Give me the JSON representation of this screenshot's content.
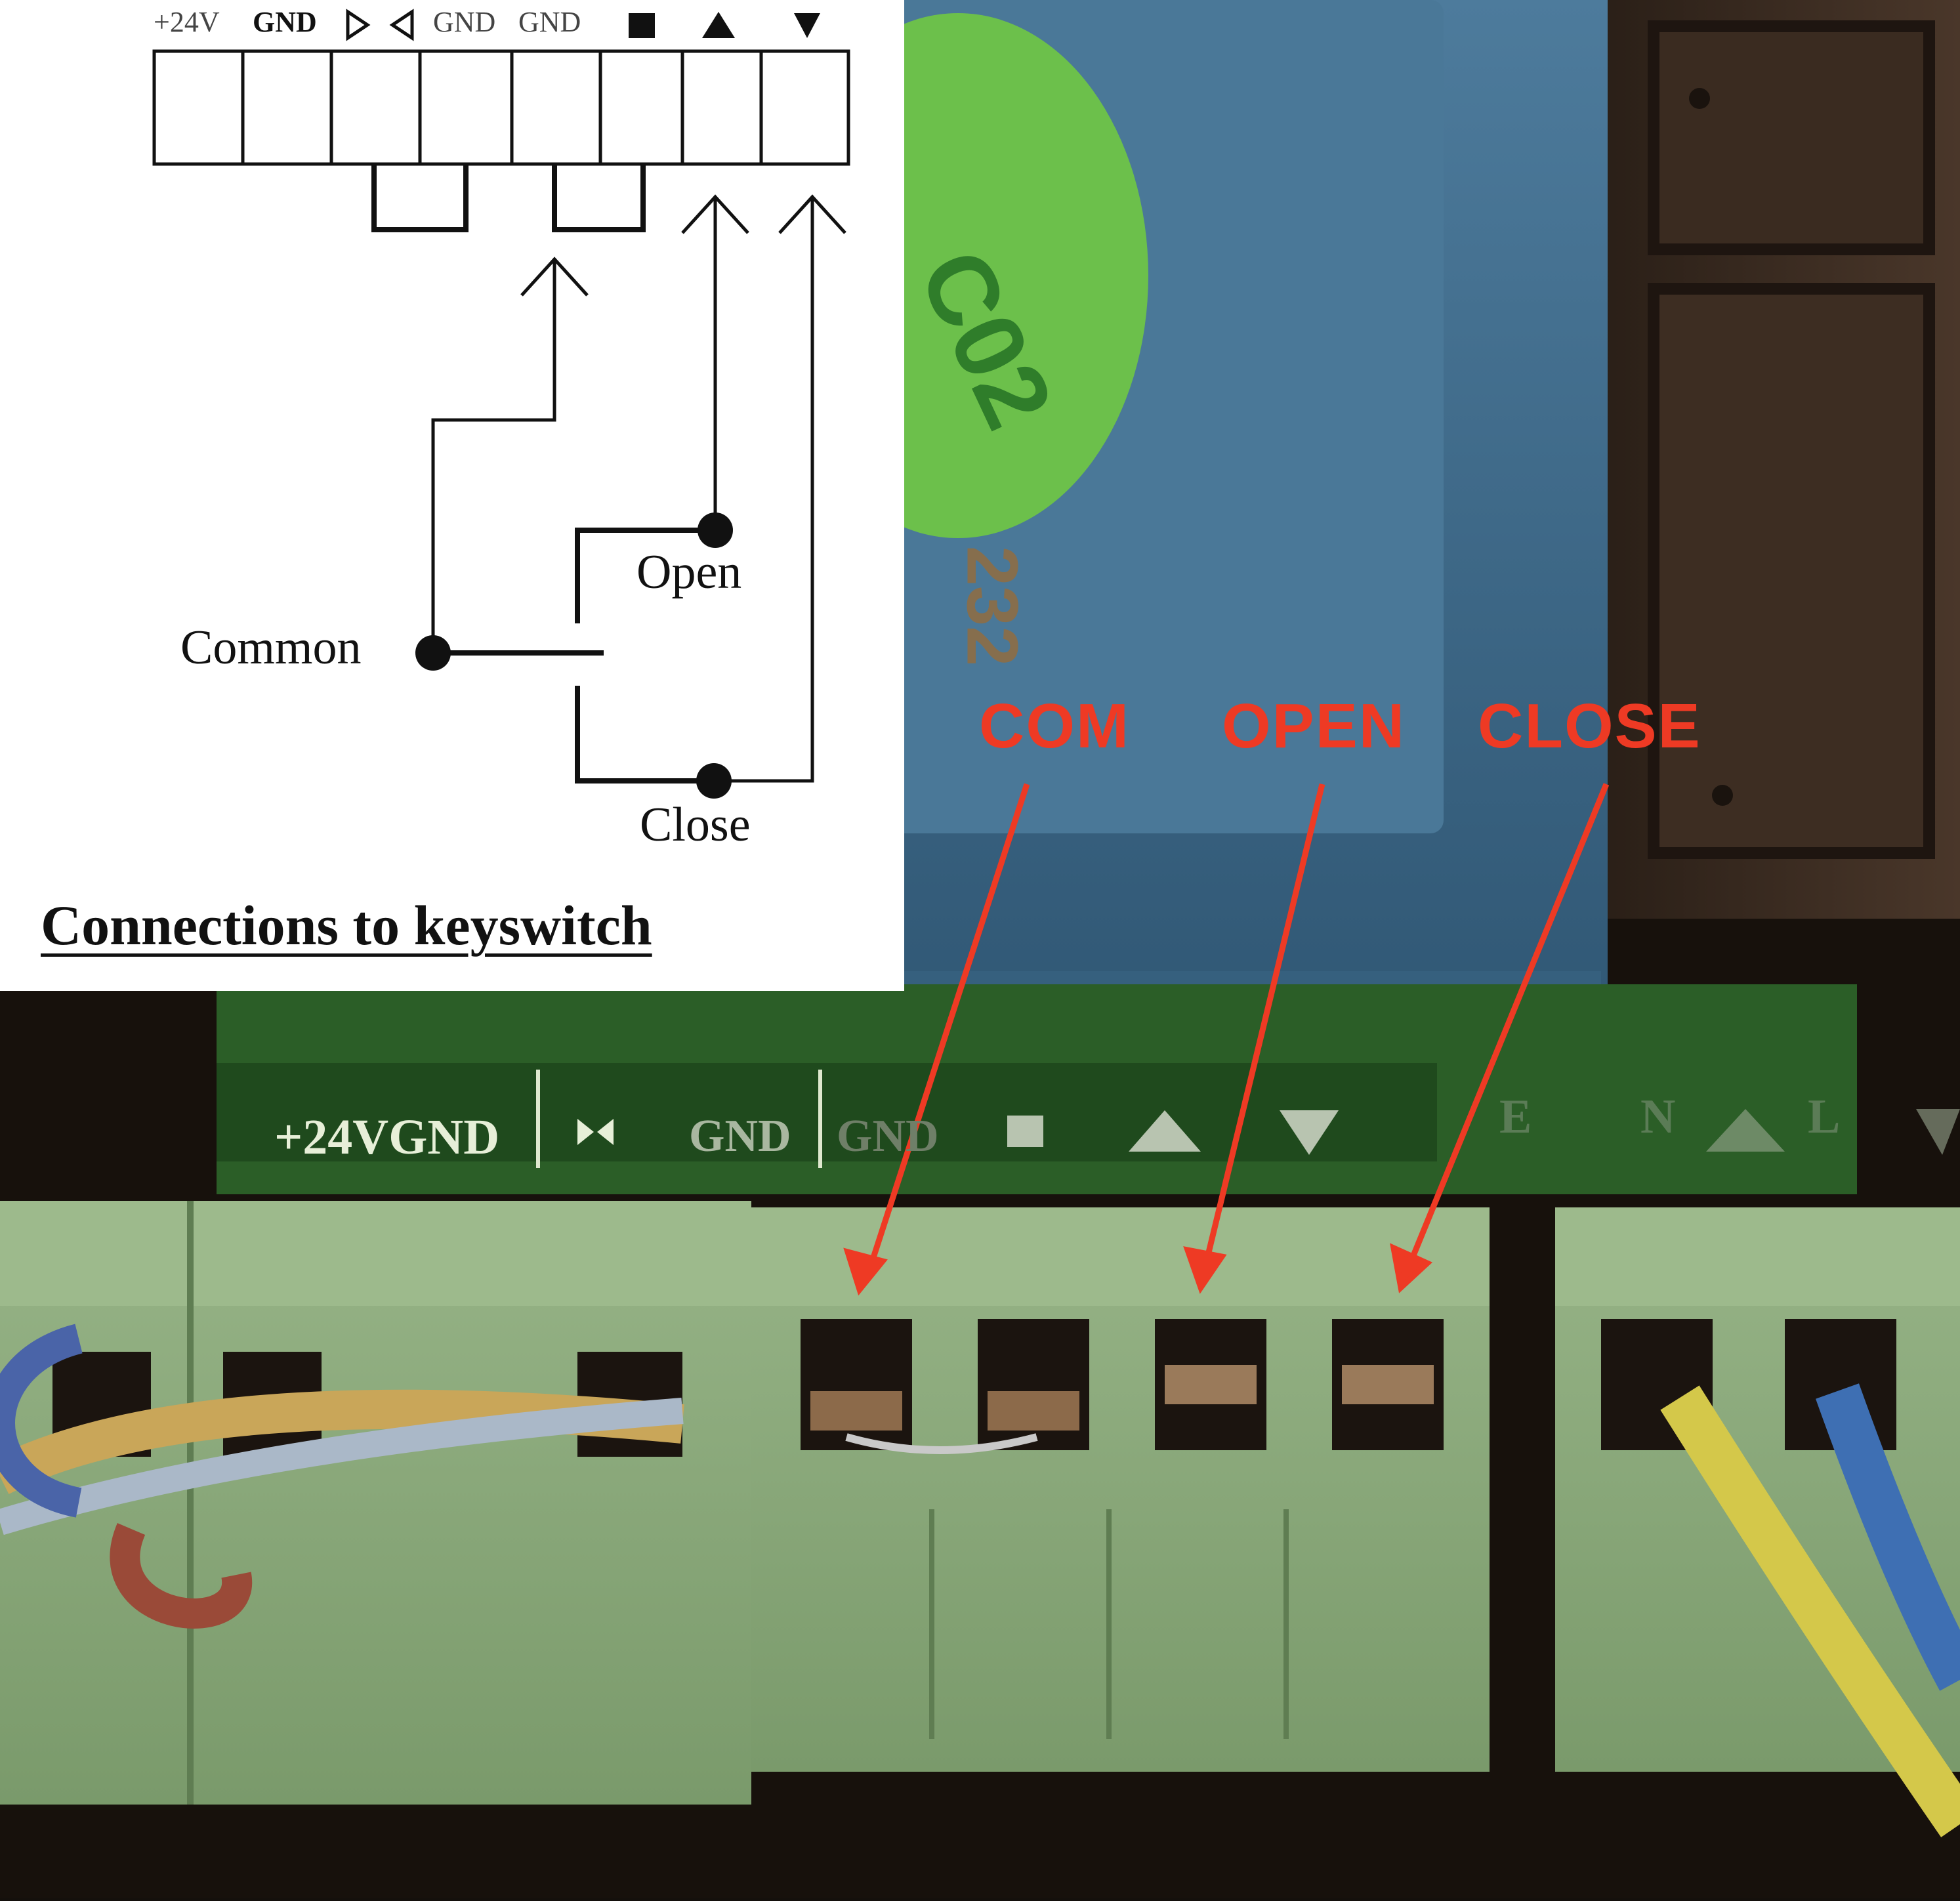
{
  "diagram": {
    "pin_labels": [
      "+24V",
      "GND",
      "GND",
      "GND"
    ],
    "pin_icons": [
      "bowtie-valve-icon",
      "stop-square-icon",
      "up-triangle-icon",
      "down-triangle-icon"
    ],
    "terminal_labels": {
      "open": "Open",
      "common": "Common",
      "close": "Close"
    },
    "caption": "Connections to keyswitch"
  },
  "photo": {
    "board_marking": "C02",
    "board_marking_small": "232",
    "pcb_labels": [
      "+24VGND",
      "GND",
      "GND"
    ],
    "pcb_right_letters": [
      "E",
      "N",
      "L"
    ],
    "callouts": [
      "COM",
      "OPEN",
      "CLOSE"
    ],
    "colors": {
      "callout_red": "#ee3a24",
      "terminal_green": "#8fb07e",
      "pcb_green": "#2f6b2a",
      "module_blue": "#3f6c8e",
      "sticker_green": "#6cc04b"
    }
  }
}
